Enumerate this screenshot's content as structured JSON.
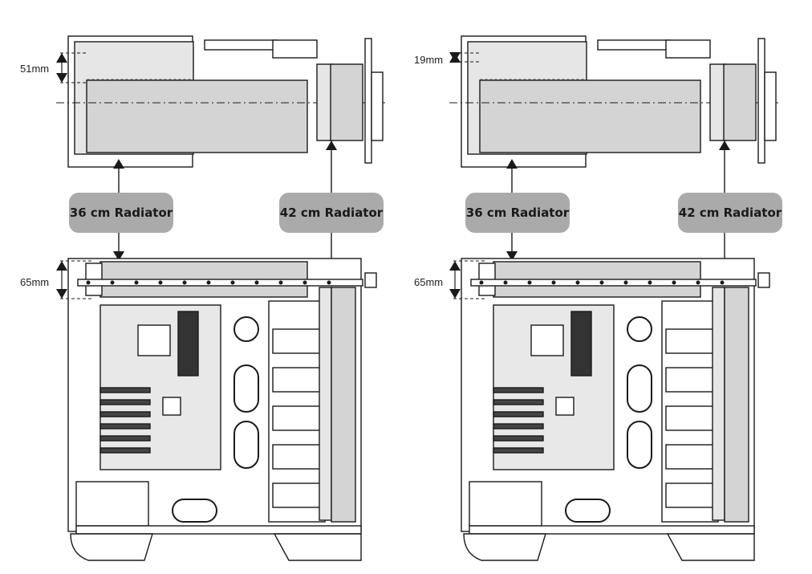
{
  "diagrams": [
    {
      "id": "left",
      "top_dimension": "51mm",
      "side_dimension": "65mm",
      "label_front": "36 cm Radiator",
      "label_side": "42 cm Radiator"
    },
    {
      "id": "right",
      "top_dimension": "19mm",
      "side_dimension": "65mm",
      "label_front": "36 cm Radiator",
      "label_side": "42 cm Radiator"
    }
  ],
  "colors": {
    "label_bg": "#aaaaaa",
    "radiator_fill": "#d4d4d4",
    "line": "#1a1a1a",
    "panel_fill": "#e6e6e6"
  }
}
